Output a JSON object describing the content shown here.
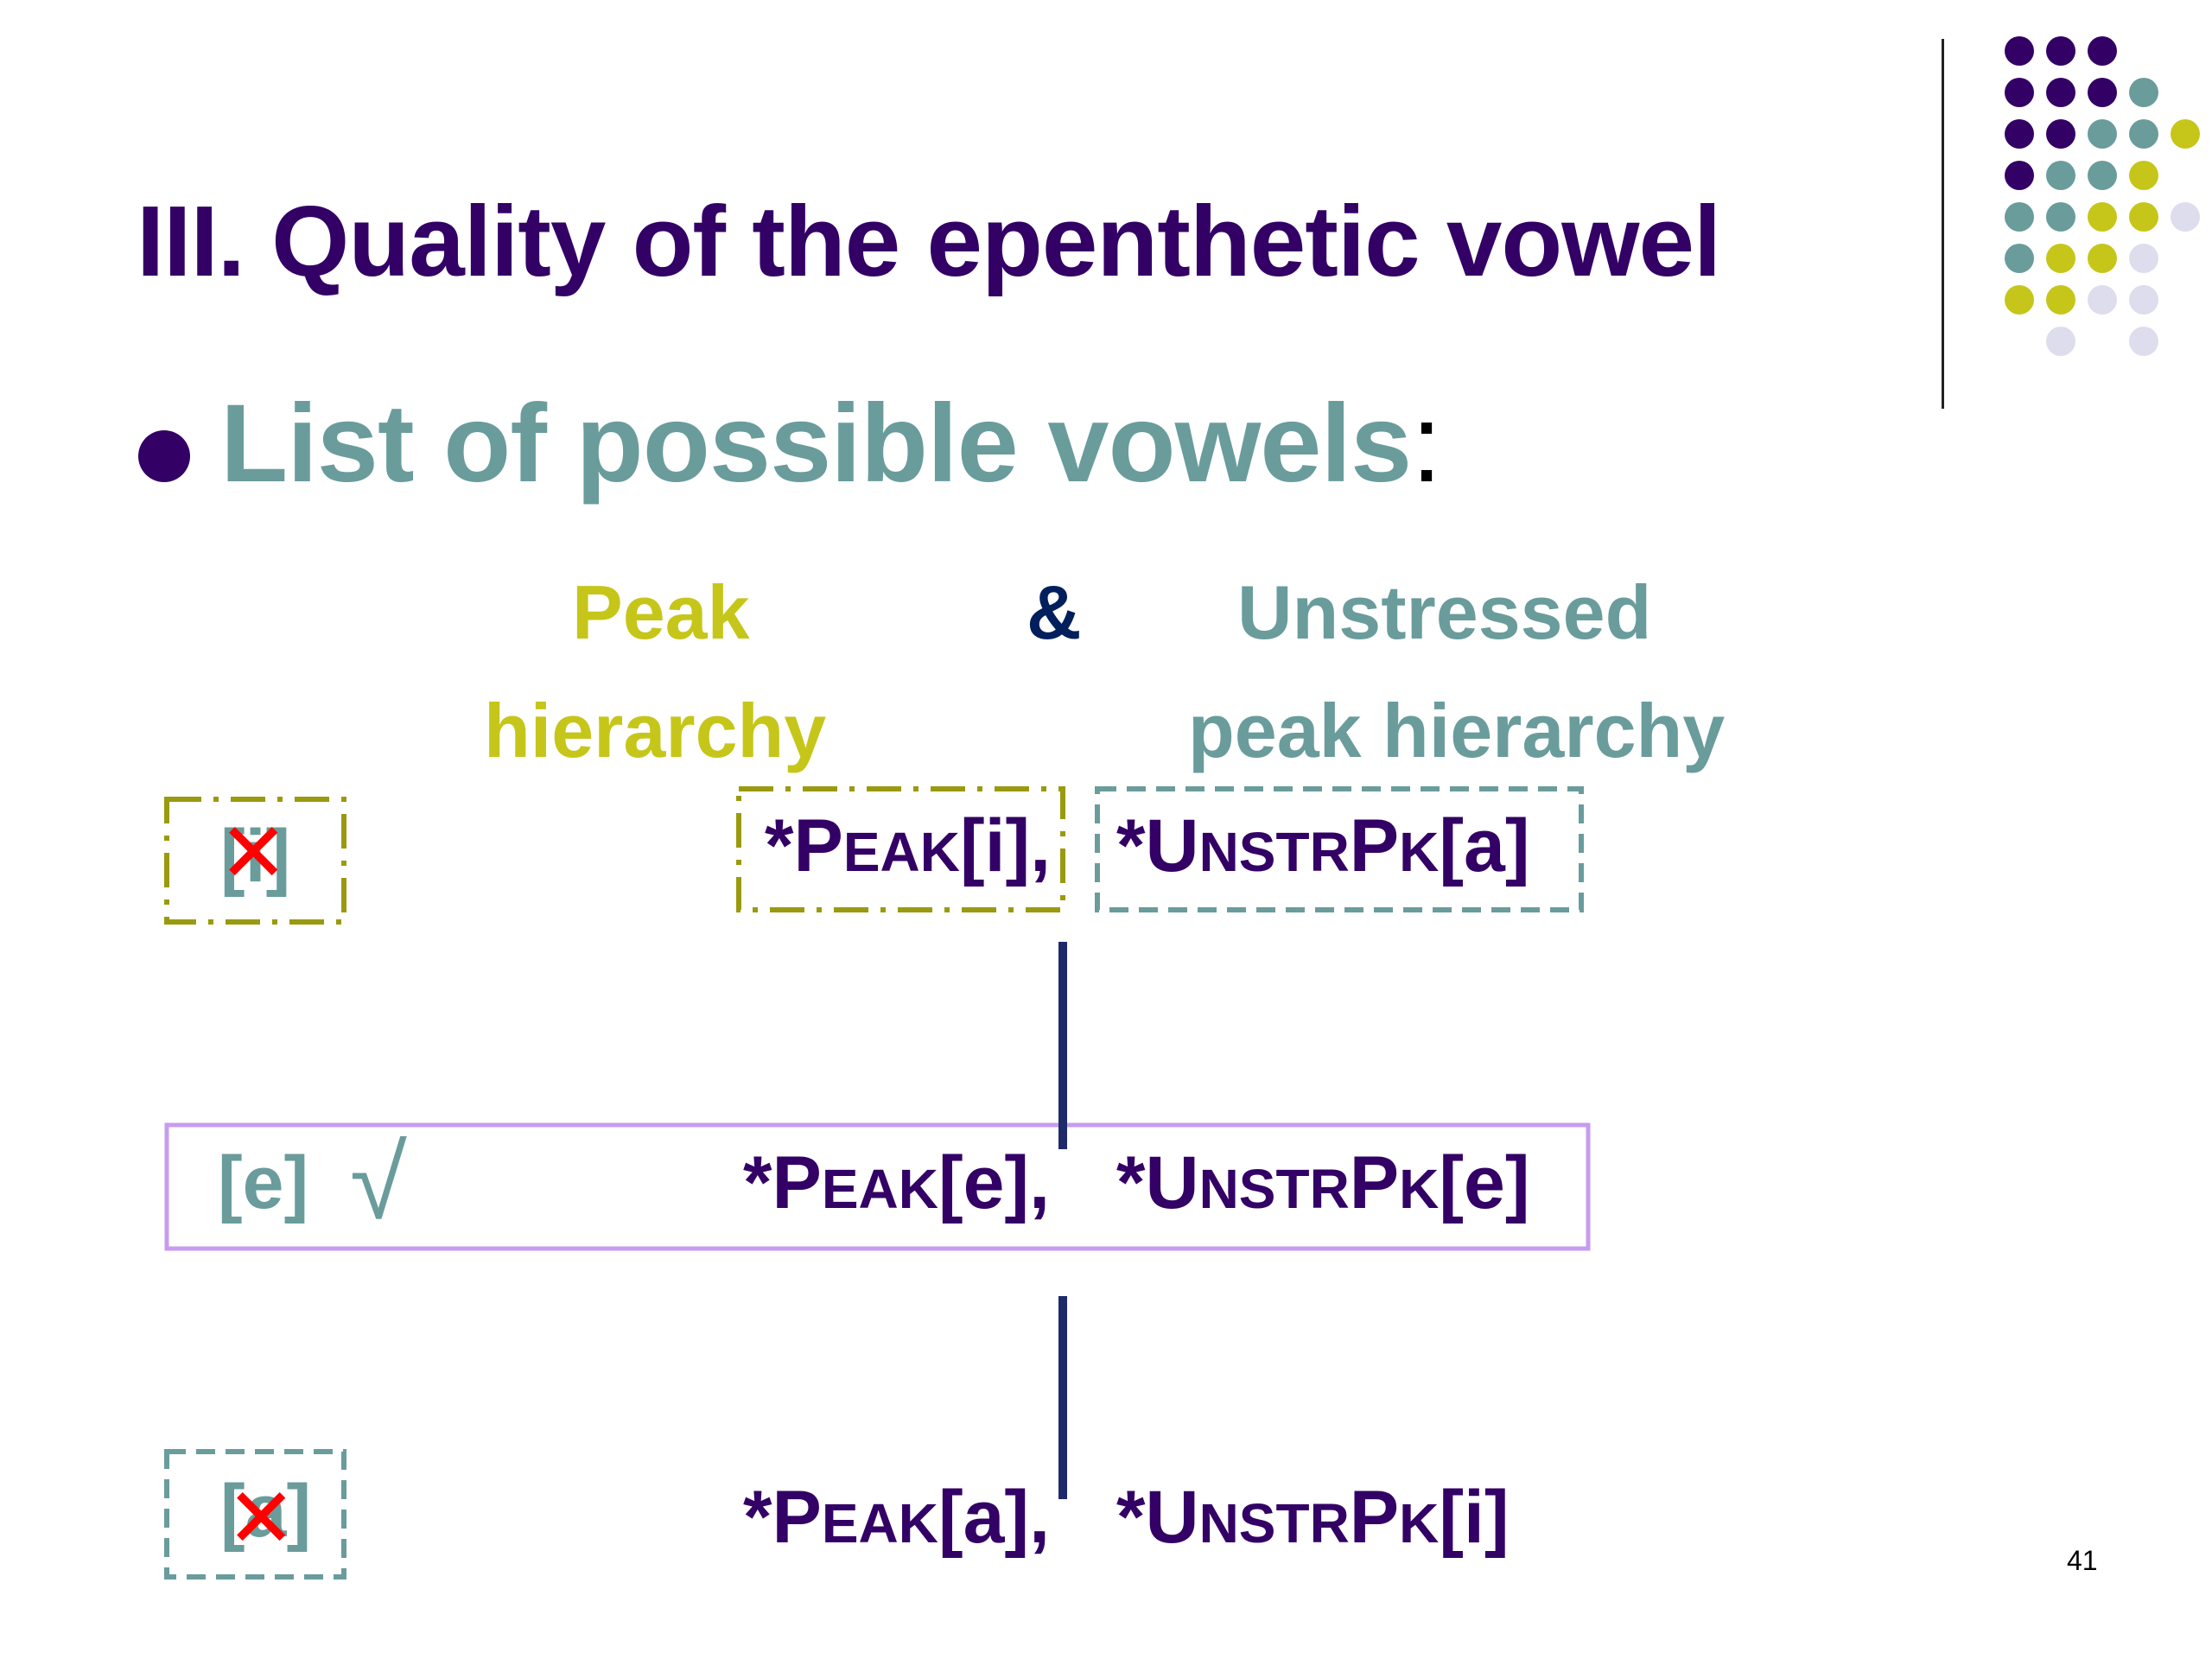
{
  "slide": {
    "title": "III. Quality of the epenthetic vowel",
    "bullet_main": "List of possible vowels",
    "bullet_colon": ":",
    "page_number": "41"
  },
  "headers": {
    "peak_line1": "Peak",
    "peak_line2": "hierarchy",
    "ampersand": "&",
    "unstressed_line1": "Unstressed",
    "unstressed_line2": "peak hierarchy"
  },
  "rows": [
    {
      "vowel": "[i]",
      "status": "✕",
      "peak_constraint": {
        "prefix": "*P",
        "smallcaps": "EAK",
        "bracket": "[i],"
      },
      "unstr_constraint": {
        "prefix": "*U",
        "smallcaps1": "NSTR",
        "mid": "P",
        "smallcaps2": "K",
        "bracket": "[a]"
      }
    },
    {
      "vowel": "[e]",
      "status": "√",
      "peak_constraint": {
        "prefix": "*P",
        "smallcaps": "EAK",
        "bracket": "[e],"
      },
      "unstr_constraint": {
        "prefix": "*U",
        "smallcaps1": "NSTR",
        "mid": "P",
        "smallcaps2": "K",
        "bracket": "[e]"
      }
    },
    {
      "vowel": "[a]",
      "status": "✕",
      "peak_constraint": {
        "prefix": "*P",
        "smallcaps": "EAK",
        "bracket": "[a],"
      },
      "unstr_constraint": {
        "prefix": "*U",
        "smallcaps1": "NSTR",
        "mid": "P",
        "smallcaps2": "K",
        "bracket": "[i]"
      }
    }
  ],
  "colors": {
    "title": "#330066",
    "teal": "#6a9c9c",
    "olive": "#c6c61a",
    "navy": "#001f5c",
    "lavender_box": "#c79cf0",
    "lilac_dot": "#dddded",
    "cross": "#ff0000"
  },
  "icons": {
    "reject": "cross-icon",
    "accept": "checkmark-icon"
  }
}
